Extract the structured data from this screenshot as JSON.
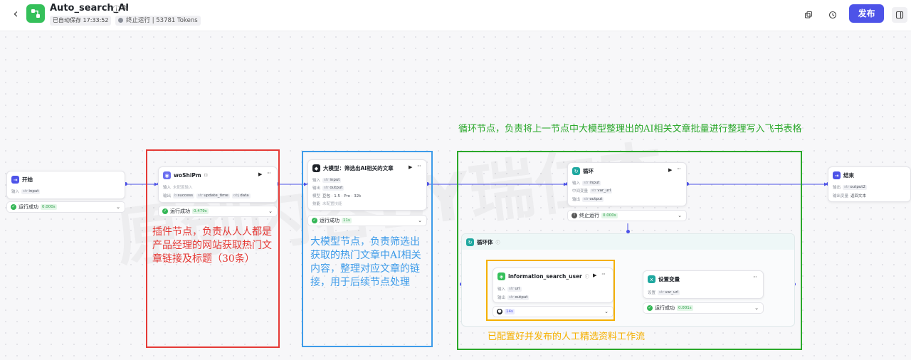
{
  "header": {
    "title": "Auto_search_AI",
    "autosave": "已自动保存 17:33:52",
    "run_status": "终止运行 | 53781 Tokens",
    "publish_label": "发布"
  },
  "nodes": {
    "start": {
      "title": "开始",
      "input_label": "输入",
      "input_var": "input",
      "status": "运行成功",
      "time": "0.000s"
    },
    "plugin": {
      "title": "woShiPm",
      "input_label": "输入",
      "input_value": "未配置输入",
      "output_label": "输出",
      "outputs": [
        "success",
        "update_time",
        "data"
      ],
      "status": "运行成功",
      "time": "0.479s"
    },
    "llm": {
      "title": "大模型：筛选出AI相关的文章",
      "input_label": "输入",
      "input_var": "input",
      "output_label": "输出",
      "output_var": "output",
      "model_label": "模型",
      "model_value": "豆包 · 1.5 · Pro · 32k",
      "skill_label": "技能",
      "skill_value": "未配置技能",
      "status": "运行成功",
      "time": "11s"
    },
    "loop": {
      "title": "循环",
      "input_label": "输入",
      "input_var": "input",
      "mid_label": "中间变量",
      "mid_var": "var_url",
      "output_label": "输出",
      "output_var": "output",
      "status": "终止运行",
      "time": "0.000s"
    },
    "end": {
      "title": "结束",
      "output_label": "输出",
      "output_var": "output2",
      "answer_label": "输出变量",
      "answer_value": "返回文本"
    },
    "loop_body": {
      "title": "循环体"
    },
    "workflow": {
      "title": "information_search_user",
      "input_label": "输入",
      "input_var": "url",
      "output_label": "输出",
      "output_var": "output",
      "time": "14s"
    },
    "setvar": {
      "title": "设置变量",
      "label": "设置",
      "var": "var_url",
      "status": "运行成功",
      "time": "0.001s"
    }
  },
  "annotations": {
    "plugin": "插件节点，负责从人人都是产品经理的网站获取热门文章链接及标题（30条）",
    "llm": "大模型节点，负责筛选出获取的热门文章中AI相关内容，整理对应文章的链接，用于后续节点处理",
    "loop": "循环节点，负责将上一节点中大模型整理出的AI相关文章批量进行整理写入飞书表格",
    "workflow": "已配置好并发布的人工精选资料工作流"
  },
  "watermark": "原创内容BY瑞仁杰",
  "colors": {
    "primary": "#4d53e8",
    "success": "#33b655",
    "red": "#e53935",
    "blue": "#3d9be9",
    "green": "#2aa82a",
    "orange": "#f5b000"
  }
}
